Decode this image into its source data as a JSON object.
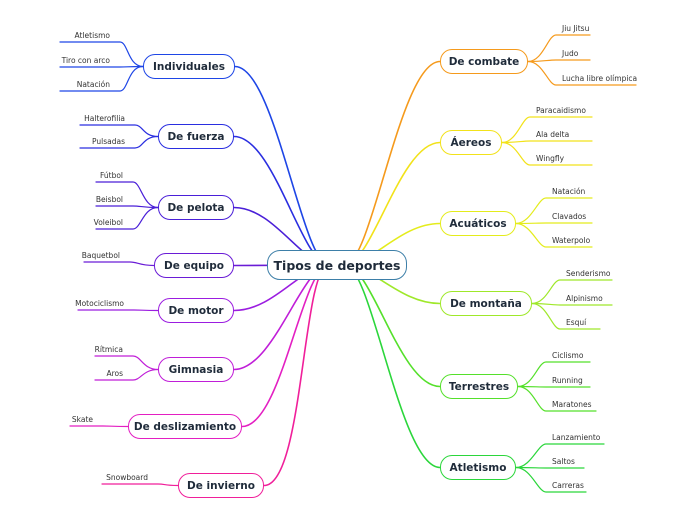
{
  "root": {
    "label": "Tipos de deportes",
    "color": "#3d7fa8"
  },
  "left": [
    {
      "label": "Individuales",
      "color": "#1e46e6",
      "children": [
        "Atletismo",
        "Tiro con arco",
        "Natación"
      ]
    },
    {
      "label": "De fuerza",
      "color": "#2a2ee0",
      "children": [
        "Halterofilia",
        "Pulsadas"
      ]
    },
    {
      "label": "De pelota",
      "color": "#4a1fd8",
      "children": [
        "Fútbol",
        "Beisbol",
        "Voleibol"
      ]
    },
    {
      "label": "De equipo",
      "color": "#6a1cd6",
      "children": [
        "Baquetbol"
      ]
    },
    {
      "label": "De motor",
      "color": "#9b1de0",
      "children": [
        "Motociclismo"
      ]
    },
    {
      "label": "Gimnasia",
      "color": "#c01ed8",
      "children": [
        "Rítmica",
        "Aros"
      ]
    },
    {
      "label": "De deslizamiento",
      "color": "#e31fc2",
      "children": [
        "Skate"
      ]
    },
    {
      "label": "De invierno",
      "color": "#f01f9a",
      "children": [
        "Snowboard"
      ]
    }
  ],
  "right": [
    {
      "label": "De combate",
      "color": "#f59a1c",
      "children": [
        "Jiu Jitsu",
        "Judo",
        "Lucha libre olímpica"
      ]
    },
    {
      "label": "Áereos",
      "color": "#f2e21a",
      "children": [
        "Paracaidismo",
        "Ala delta",
        "Wingfly"
      ]
    },
    {
      "label": "Acuáticos",
      "color": "#e4ec1c",
      "children": [
        "Natación",
        "Clavados",
        "Waterpolo"
      ]
    },
    {
      "label": "De montaña",
      "color": "#9fe82a",
      "children": [
        "Senderismo",
        "Alpinismo",
        "Esquí"
      ]
    },
    {
      "label": "Terrestres",
      "color": "#55e02b",
      "children": [
        "Ciclismo",
        "Running",
        "Maratones"
      ]
    },
    {
      "label": "Atletismo",
      "color": "#2bd63b",
      "children": [
        "Lanzamiento",
        "Saltos",
        "Carreras"
      ]
    }
  ]
}
